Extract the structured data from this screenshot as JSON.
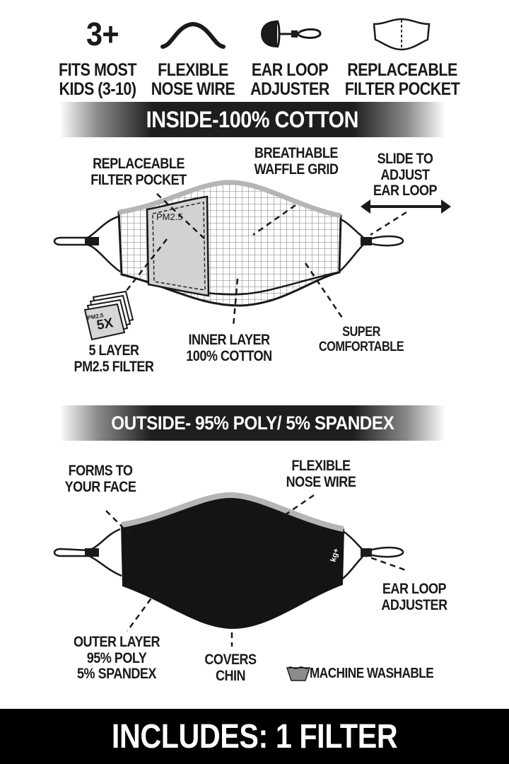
{
  "features": [
    {
      "icon": "3+",
      "icon_name": "kids-age-icon",
      "label": "FITS MOST\nKIDS (3-10)"
    },
    {
      "icon_name": "nose-wire-icon",
      "label": "FLEXIBLE\nNOSE WIRE"
    },
    {
      "icon_name": "ear-loop-adjuster-icon",
      "label": "EAR LOOP\nADJUSTER"
    },
    {
      "icon_name": "filter-pocket-icon",
      "label": "REPLACEABLE\nFILTER POCKET"
    }
  ],
  "inside": {
    "banner": "INSIDE-100% COTTON",
    "filter_tag": "PM2.5",
    "filter_pack_text": "5X",
    "filter_pack_small": "PM2.5",
    "labels": {
      "filter_pocket": "REPLACEABLE\nFILTER POCKET",
      "waffle": "BREATHABLE\nWAFFLE GRID",
      "slide": "SLIDE TO\nADJUST\nEAR LOOP",
      "filter": "5 LAYER\nPM2.5 FILTER",
      "inner": "INNER LAYER\n100% COTTON",
      "comfort": "SUPER\nCOMFORTABLE"
    }
  },
  "outside": {
    "banner": "OUTSIDE- 95% POLY/ 5% SPANDEX",
    "logo_text": "kg+",
    "labels": {
      "forms": "FORMS TO\nYOUR FACE",
      "nose": "FLEXIBLE\nNOSE WIRE",
      "adjuster": "EAR LOOP\nADJUSTER",
      "outer": "OUTER LAYER\n95% POLY\n5% SPANDEX",
      "chin": "COVERS\nCHIN",
      "washable": "MACHINE WASHABLE"
    }
  },
  "footer": "INCLUDES: 1 FILTER",
  "colors": {
    "mask_black": "#141414",
    "trim_gray": "#b5b5b5",
    "banner_dark": "#1e1e1e",
    "footer": "#000000"
  }
}
